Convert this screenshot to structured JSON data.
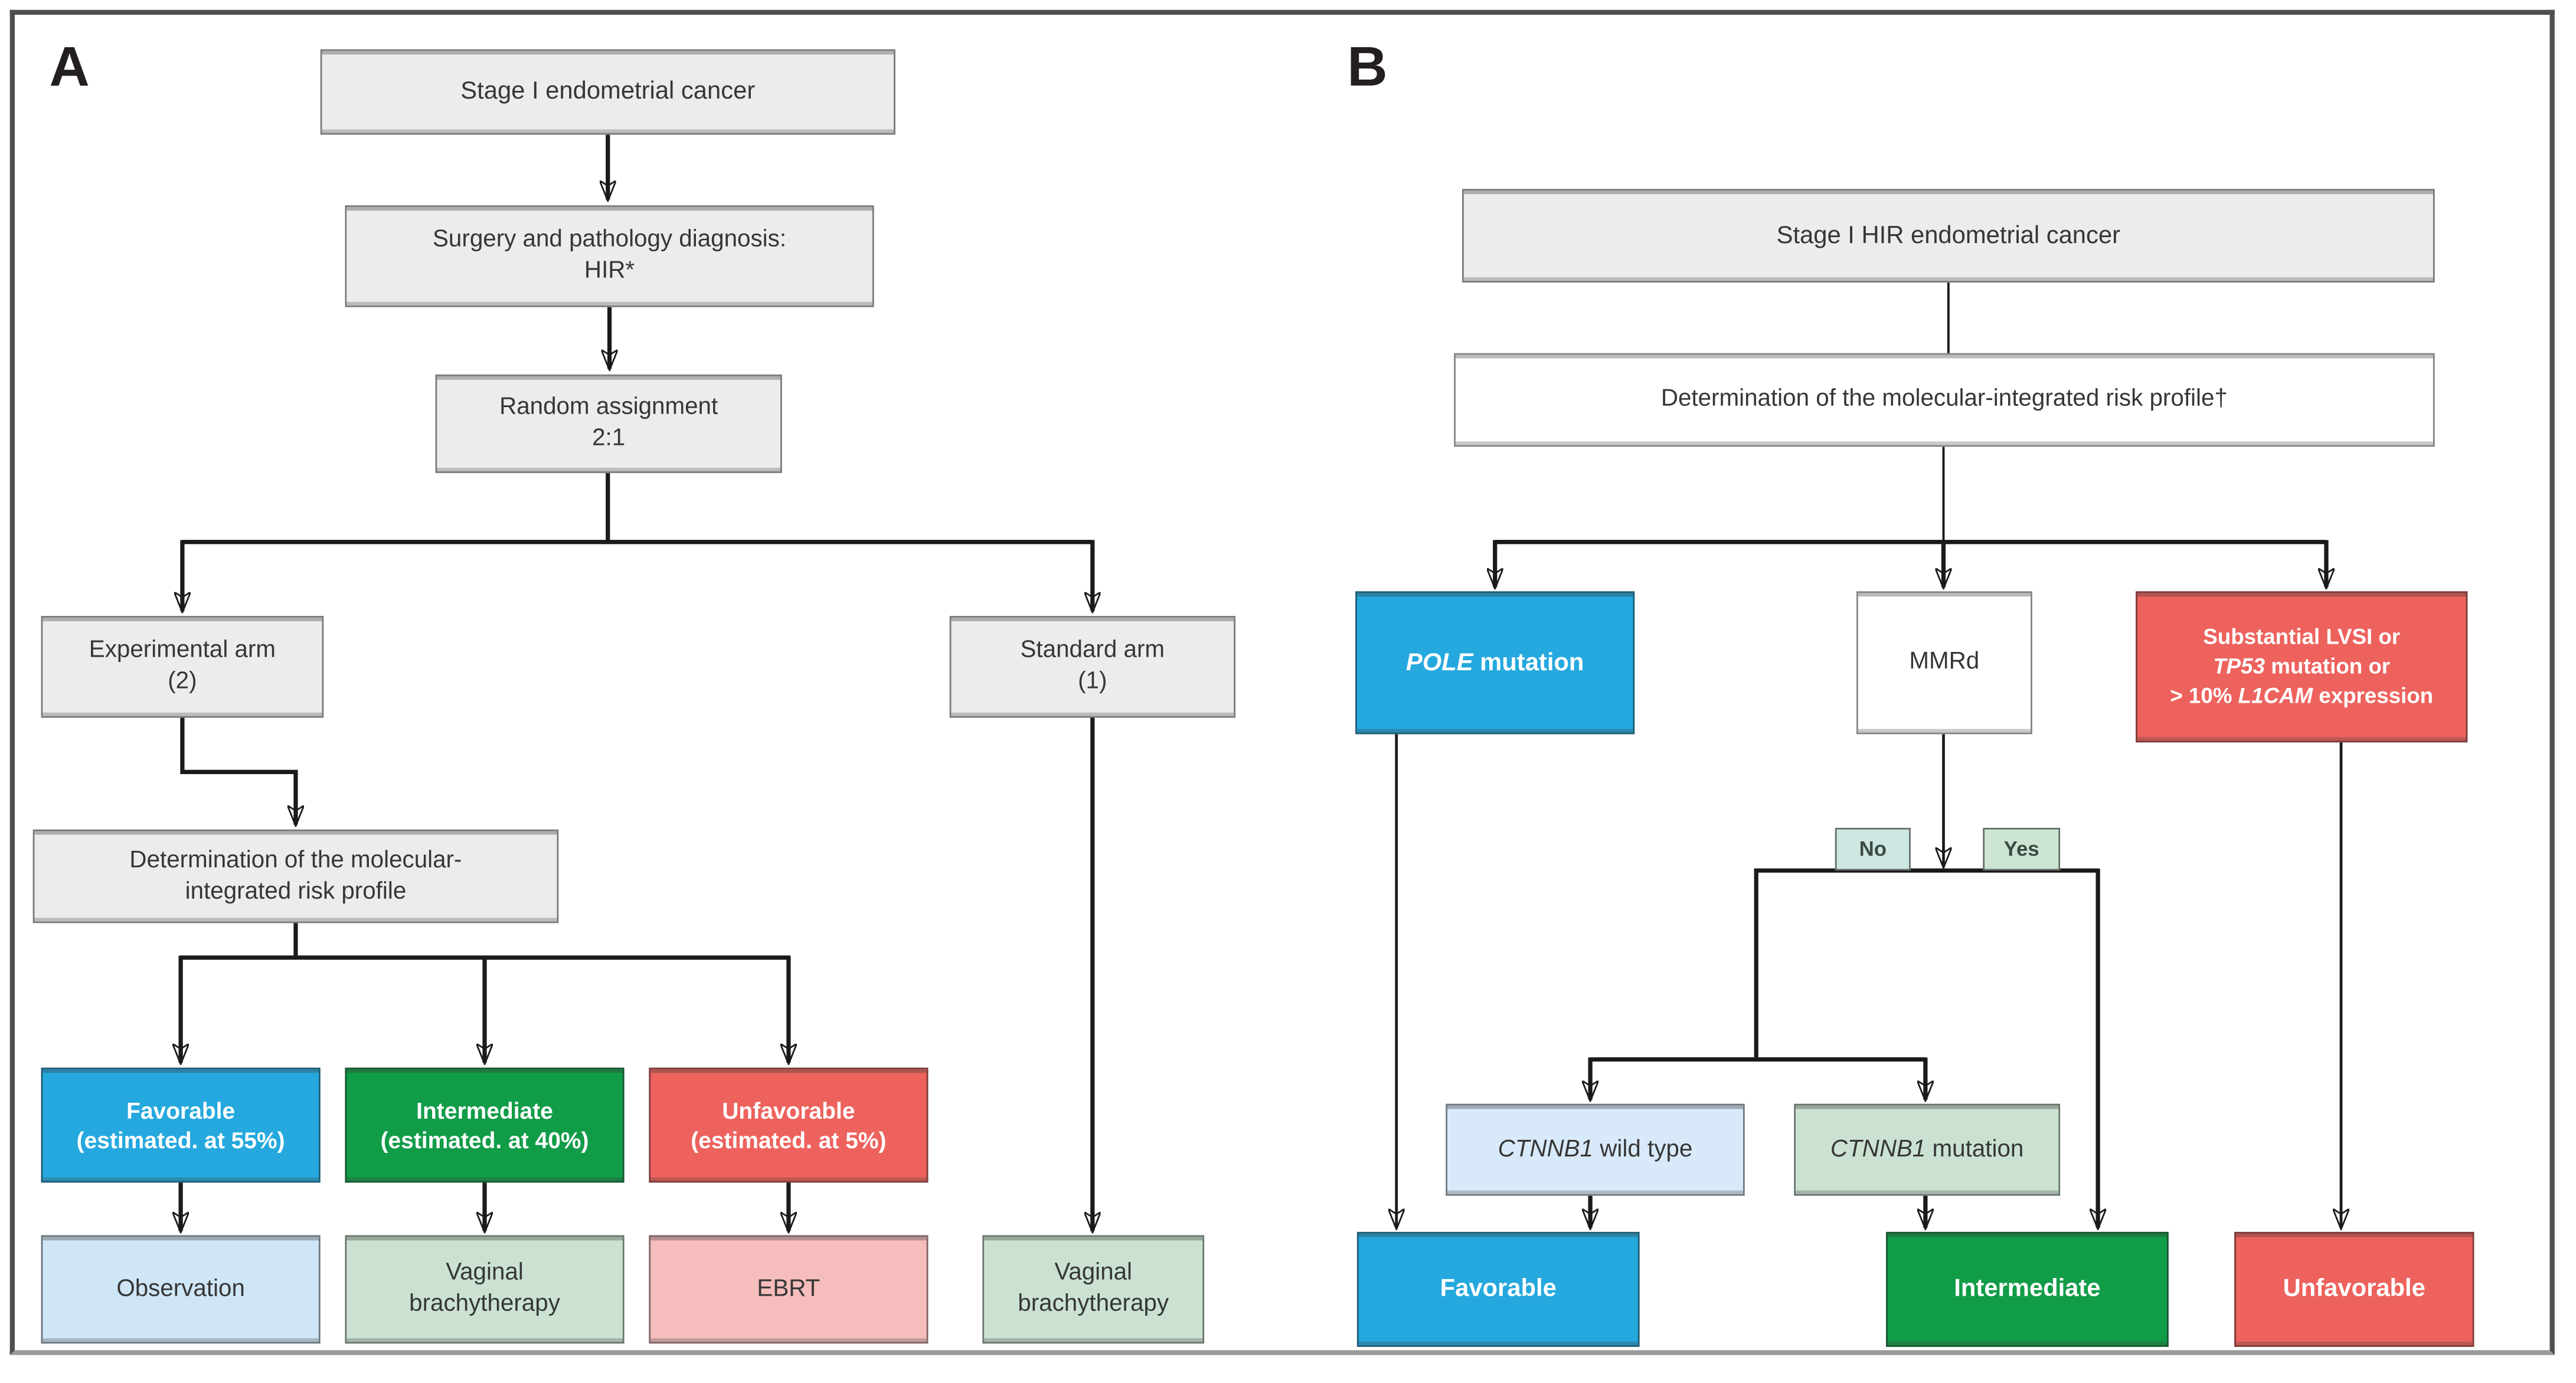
{
  "figure": {
    "line_color": "#1a1a1a",
    "colors": {
      "blue": "#25a8de",
      "green": "#119c48",
      "red": "#ed625d",
      "light_blue": "#cfe6f7",
      "light_green": "#cbe2d2",
      "light_pink": "#f6bdbd",
      "ctnnb1_wt_blue": "#d8eafa",
      "pale_blue_green": "#cfe7e3",
      "pale_green": "#cde6d4",
      "box_gray": "#ececec",
      "box_white": "#ffffff"
    },
    "panelA": {
      "label": "A",
      "stage": "Stage I endometrial cancer",
      "surgery": [
        "Surgery and pathology diagnosis:",
        "HIR*"
      ],
      "random": [
        "Random assignment",
        "2:1"
      ],
      "experimental": [
        "Experimental arm",
        "(2)"
      ],
      "standard": [
        "Standard arm",
        "(1)"
      ],
      "determination": [
        "Determination of the molecular-",
        "integrated risk profile"
      ],
      "favorable": [
        "Favorable",
        "(estimated. at 55%)"
      ],
      "intermediate": [
        "Intermediate",
        "(estimated. at 40%)"
      ],
      "unfavorable": [
        "Unfavorable",
        "(estimated. at 5%)"
      ],
      "observation": "Observation",
      "vaginal_brachytherapy_1": [
        "Vaginal",
        "brachytherapy"
      ],
      "ebrt": "EBRT",
      "vaginal_brachytherapy_2": [
        "Vaginal",
        "brachytherapy"
      ]
    },
    "panelB": {
      "label": "B",
      "stage": "Stage I HIR endometrial cancer",
      "determination": "Determination of the molecular-integrated risk profile†",
      "pole": {
        "gene": "POLE",
        "rest": " mutation"
      },
      "mmrd": "MMRd",
      "substantial": {
        "line1": "Substantial LVSI or",
        "line2_gene": "TP53",
        "line2_rest": " mutation or",
        "line3_pre": "> 10% ",
        "line3_gene": "L1CAM",
        "line3_rest": " expression"
      },
      "no": "No",
      "yes": "Yes",
      "ctnnb1_wild_type": {
        "gene": "CTNNB1",
        "rest": " wild type"
      },
      "ctnnb1_mutation": {
        "gene": "CTNNB1",
        "rest": " mutation"
      },
      "favorable": "Favorable",
      "intermediate": "Intermediate",
      "unfavorable": "Unfavorable"
    }
  }
}
